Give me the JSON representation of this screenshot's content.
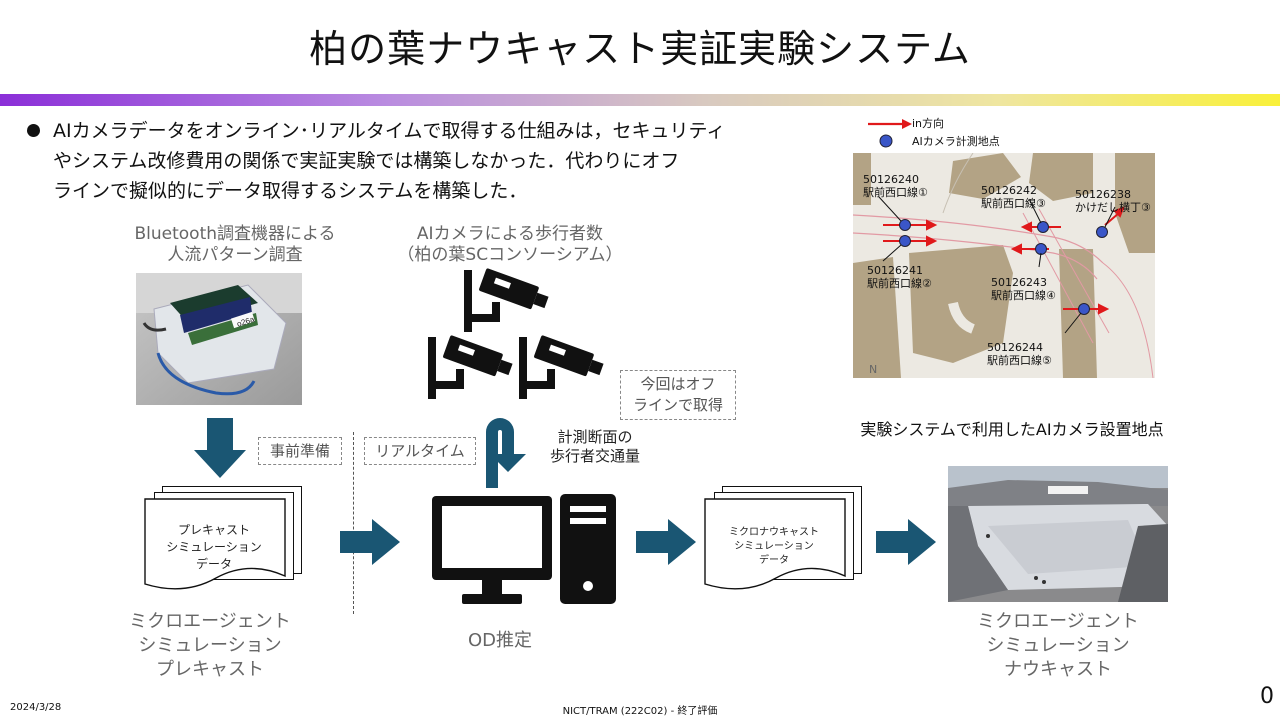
{
  "slide": {
    "title": "柏の葉ナウキャスト実証実験システム",
    "bullet_lines": [
      "AIカメラデータをオンライン･リアルタイムで取得する仕組みは，セキュリティ",
      "やシステム改修費用の関係で実証実験では構築しなかった．代わりにオフ",
      "ラインで擬似的にデータ取得するシステムを構築した．"
    ],
    "colors": {
      "arrow": "#1a5673",
      "gradient_start": "#8b2fd8",
      "gradient_end": "#f9f03a",
      "map_arrow": "#e0191b",
      "map_dot": "#3a56c8"
    }
  },
  "diagram": {
    "bluetooth_label": [
      "Bluetooth調査機器による",
      "人流パターン調査"
    ],
    "device_sticker": "o26a",
    "camera_label": [
      "AIカメラによる歩行者数",
      "（柏の葉SCコンソーシアム）"
    ],
    "offline_note": [
      "今回はオフ",
      "ラインで取得"
    ],
    "prep_tag": "事前準備",
    "realtime_tag": "リアルタイム",
    "measure_label": [
      "計測断面の",
      "歩行者交通量"
    ],
    "forecast_doc": [
      "プレキャスト",
      "シミュレーション",
      "データ"
    ],
    "nowcast_doc": [
      "ミクロナウキャスト",
      "シミュレーション",
      "データ"
    ],
    "forecast_caption": [
      "ミクロエージェント",
      "シミュレーション",
      "プレキャスト"
    ],
    "od_caption": "OD推定",
    "nowcast_caption": [
      "ミクロエージェント",
      "シミュレーション",
      "ナウキャスト"
    ]
  },
  "map": {
    "legend_direction": "in方向",
    "legend_point": "AIカメラ計測地点",
    "points": [
      {
        "id": "50126240",
        "name": "駅前西口線①"
      },
      {
        "id": "50126242",
        "name": "駅前西口線③"
      },
      {
        "id": "50126238",
        "name": "かけだし横丁③"
      },
      {
        "id": "50126241",
        "name": "駅前西口線②"
      },
      {
        "id": "50126243",
        "name": "駅前西口線④"
      },
      {
        "id": "50126244",
        "name": "駅前西口線⑤"
      }
    ],
    "north": "N",
    "caption": "実験システムで利用したAIカメラ設置地点"
  },
  "footer": {
    "date": "2024/3/28",
    "center": "NICT/TRAM (222C02) - 終了評価",
    "page": "0"
  }
}
